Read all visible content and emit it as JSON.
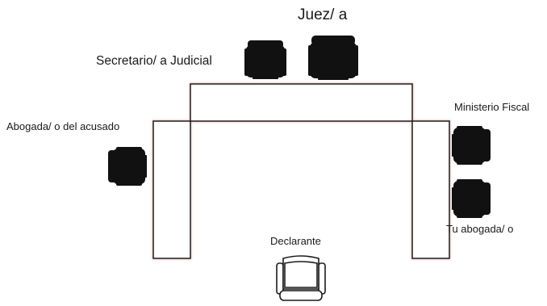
{
  "labels": {
    "judge": "Juez/ a",
    "secretary": "Secretario/ a Judicial",
    "defense_lawyer": "Abogada/ o del acusado",
    "prosecutor": "Ministerio Fiscal",
    "your_lawyer": "Tu abogada/ o",
    "declarant": "Declarante"
  },
  "colors": {
    "line": "#1c1c1c",
    "glow": "#e8b8a8",
    "chair": "#111111",
    "background": "#ffffff"
  }
}
